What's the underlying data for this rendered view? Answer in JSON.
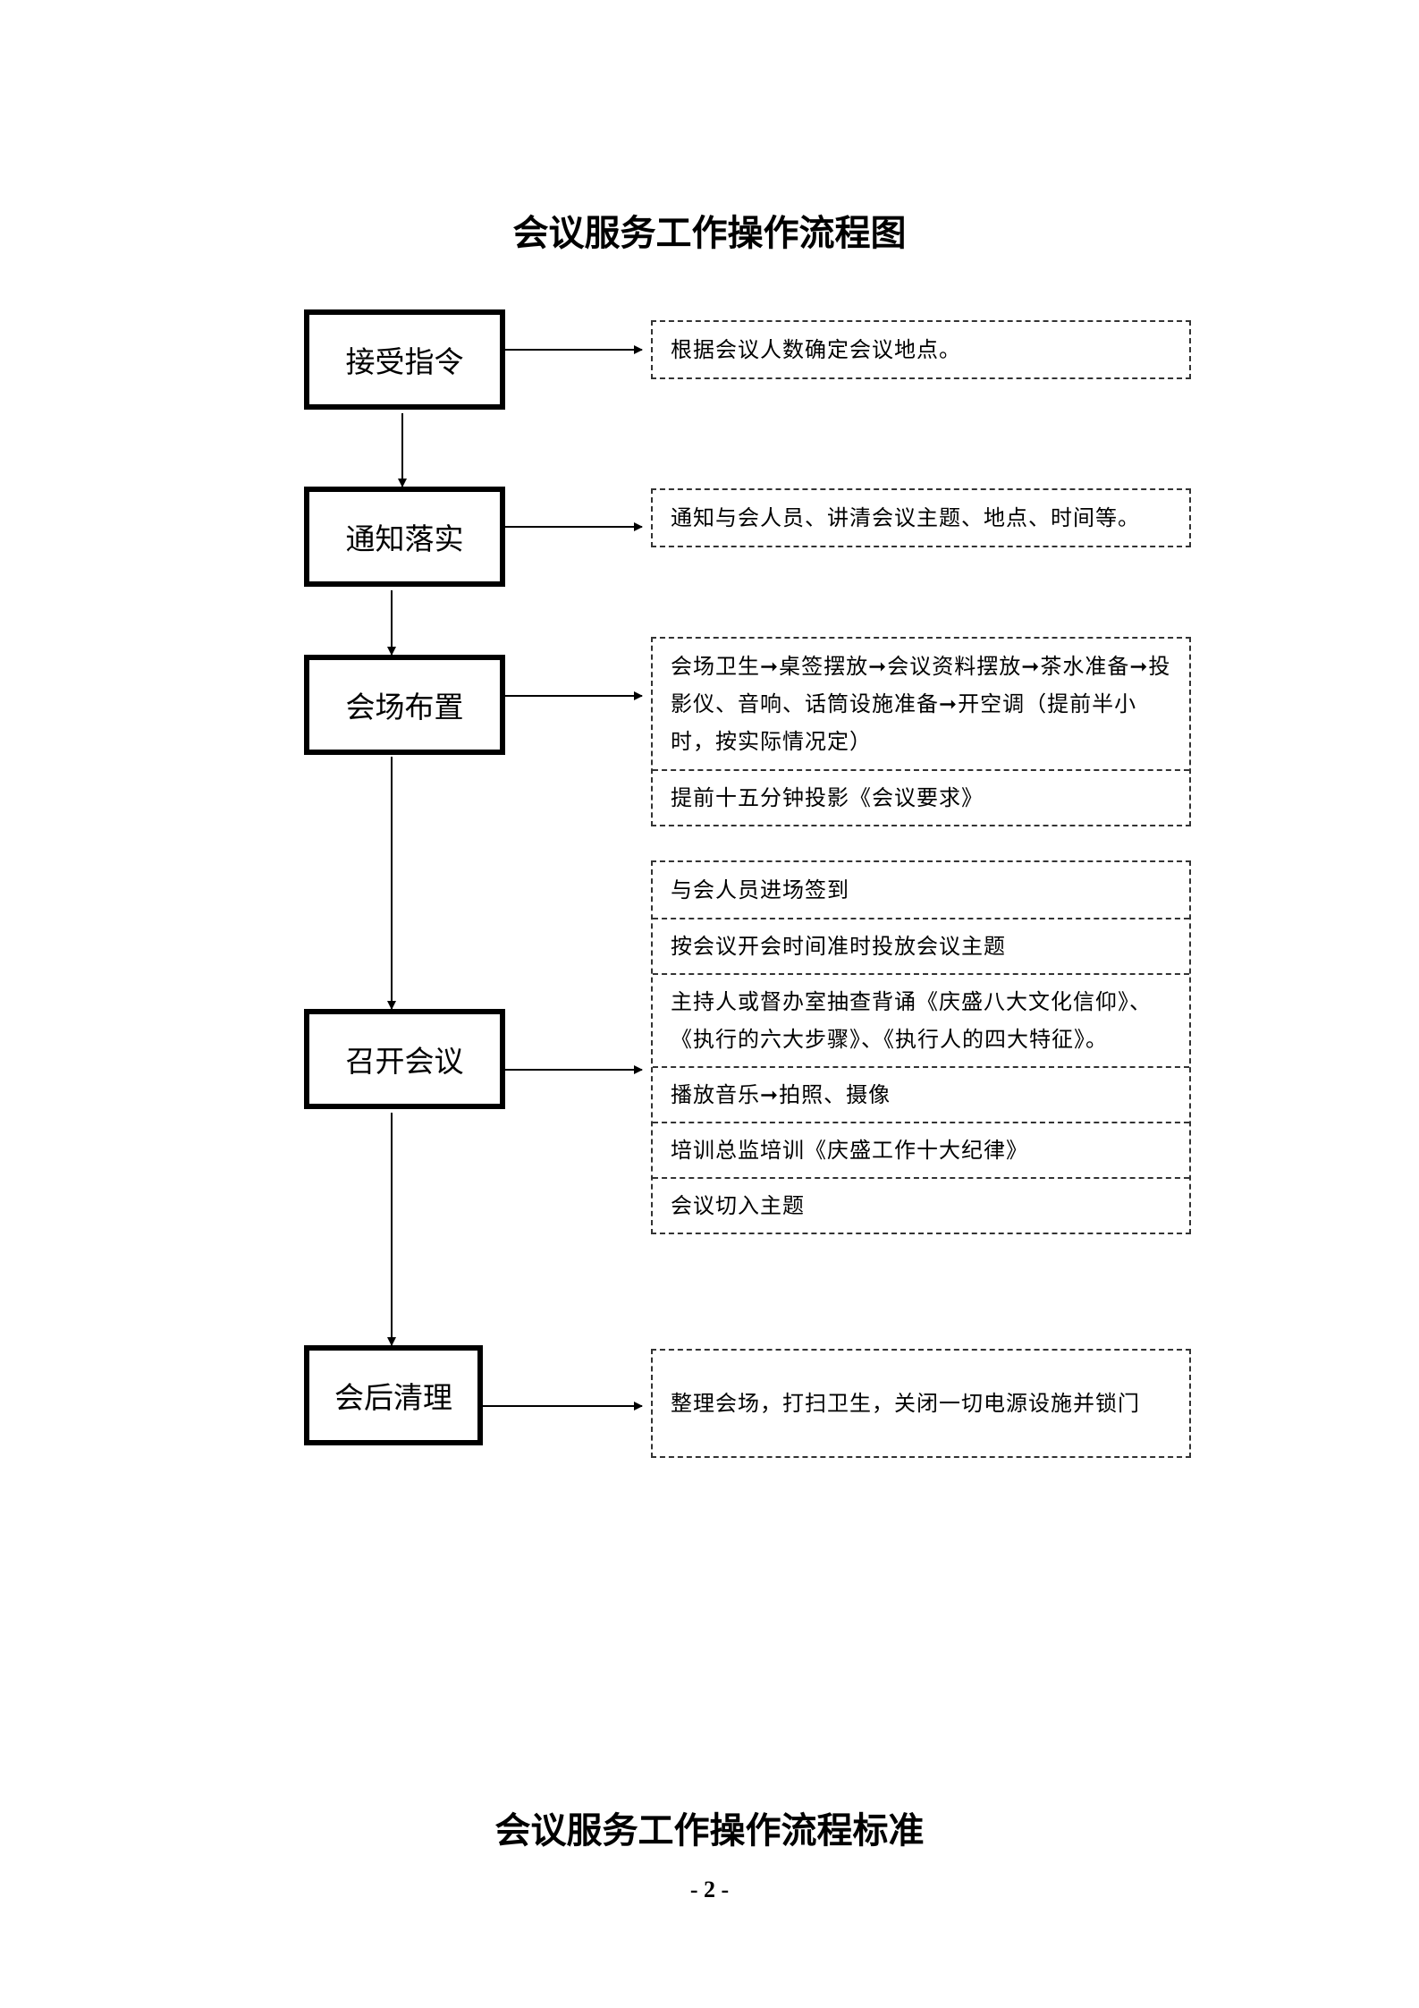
{
  "title": "会议服务工作操作流程图",
  "footer_title": "会议服务工作操作流程标准",
  "page_number": "- 2 -",
  "steps": [
    {
      "label": "接受指令",
      "details": [
        "根据会议人数确定会议地点。"
      ]
    },
    {
      "label": "通知落实",
      "details": [
        "通知与会人员、讲清会议主题、地点、时间等。"
      ]
    },
    {
      "label": "会场布置",
      "details": [
        "会场卫生➞桌签摆放➞会议资料摆放➞茶水准备➞投影仪、音响、话筒设施准备➞开空调（提前半小时，按实际情况定）",
        "提前十五分钟投影《会议要求》"
      ]
    },
    {
      "label": "召开会议",
      "details": [
        "与会人员进场签到",
        "按会议开会时间准时投放会议主题",
        "主持人或督办室抽查背诵《庆盛八大文化信仰》、《执行的六大步骤》、《执行人的四大特征》。",
        "播放音乐➞拍照、摄像",
        "培训总监培训《庆盛工作十大纪律》",
        "会议切入主题"
      ]
    },
    {
      "label": "会后清理",
      "details": [
        "整理会场，打扫卫生，关闭一切电源设施并锁门"
      ]
    }
  ]
}
